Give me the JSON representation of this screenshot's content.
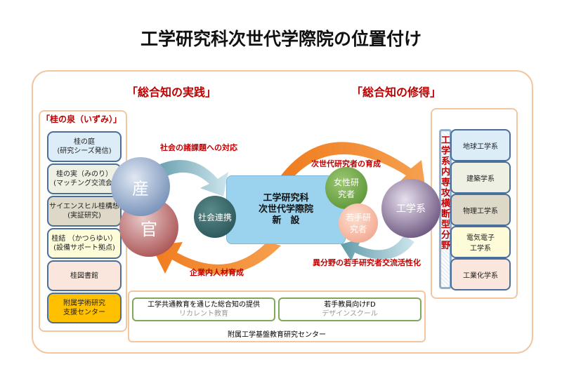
{
  "title": "工学研究科次世代学際院の位置付け",
  "sections": {
    "left": "「総合知の実践」",
    "right": "「総合知の修得」"
  },
  "left_panel": {
    "title": "「桂の泉（いずみ）」",
    "items": [
      {
        "line1": "桂の庭",
        "line2": "(研究シーズ発信)",
        "color": "#dcedf8"
      },
      {
        "line1": "桂の実（みのり）",
        "line2": "(マッチング交流会)",
        "color": "#eef0e4"
      },
      {
        "line1": "サイエンスヒル桂構想",
        "line2": "(実証研究)",
        "color": "#ddd8c8"
      },
      {
        "line1": "桂結 （かつらゆい）",
        "line2": "(設備サポート拠点)",
        "color": "#fdfbd8"
      },
      {
        "line1": "桂図書館",
        "line2": "",
        "color": "#fae6dc"
      },
      {
        "line1": "附属学術研究",
        "line2": "支援センター",
        "color": "#ffc000"
      }
    ]
  },
  "right_panel": {
    "vertical_label": "工学系内専攻横断型分野",
    "items": [
      {
        "label": "地球工学系",
        "color": "#dcedf8"
      },
      {
        "label": "建築学系",
        "color": "#eef0e4"
      },
      {
        "label": "物理工学系",
        "color": "#ddd8c8"
      },
      {
        "label": "電気電子\n工学系",
        "line1": "電気電子",
        "line2": "工学系",
        "color": "#fdfbd8"
      },
      {
        "label": "工業化学系",
        "color": "#fae6dc"
      }
    ]
  },
  "circles": {
    "san": "産",
    "kan": "官",
    "shakai": "社会連携",
    "josei": "女性研究者",
    "wakate": "若手研究者",
    "kougaku": "工学系"
  },
  "center": {
    "line1": "工学研究科",
    "line2": "次世代学際院",
    "line3": "新　設"
  },
  "arrow_labels": {
    "top_left": "社会の諸課題への対応",
    "top_right": "次世代研究者の育成",
    "bottom_left": "企業内人材育成",
    "bottom_right": "異分野の若手研究者交流活性化"
  },
  "bottom": {
    "box1_main": "工学共通教育を通じた総合知の提供",
    "box1_sub": "リカレント教育",
    "box2_main": "若手教員向けFD",
    "box2_sub": "デザインスクール",
    "center_name": "附属工学基盤教育研究センター"
  }
}
